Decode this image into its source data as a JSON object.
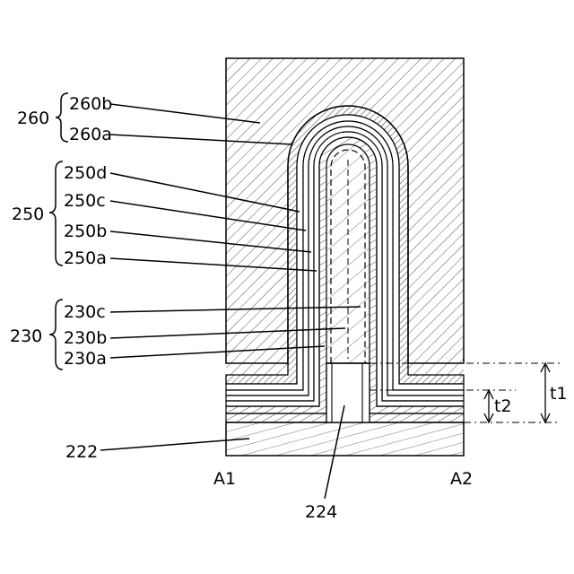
{
  "groups": {
    "g260": "260",
    "g250": "250",
    "g230": "230"
  },
  "labels": {
    "l260b": "260b",
    "l260a": "260a",
    "l250d": "250d",
    "l250c": "250c",
    "l250b": "250b",
    "l250a": "250a",
    "l230c": "230c",
    "l230b": "230b",
    "l230a": "230a",
    "l222": "222",
    "l224": "224",
    "lA1": "A1",
    "lA2": "A2",
    "lt1": "t1",
    "lt2": "t2"
  }
}
